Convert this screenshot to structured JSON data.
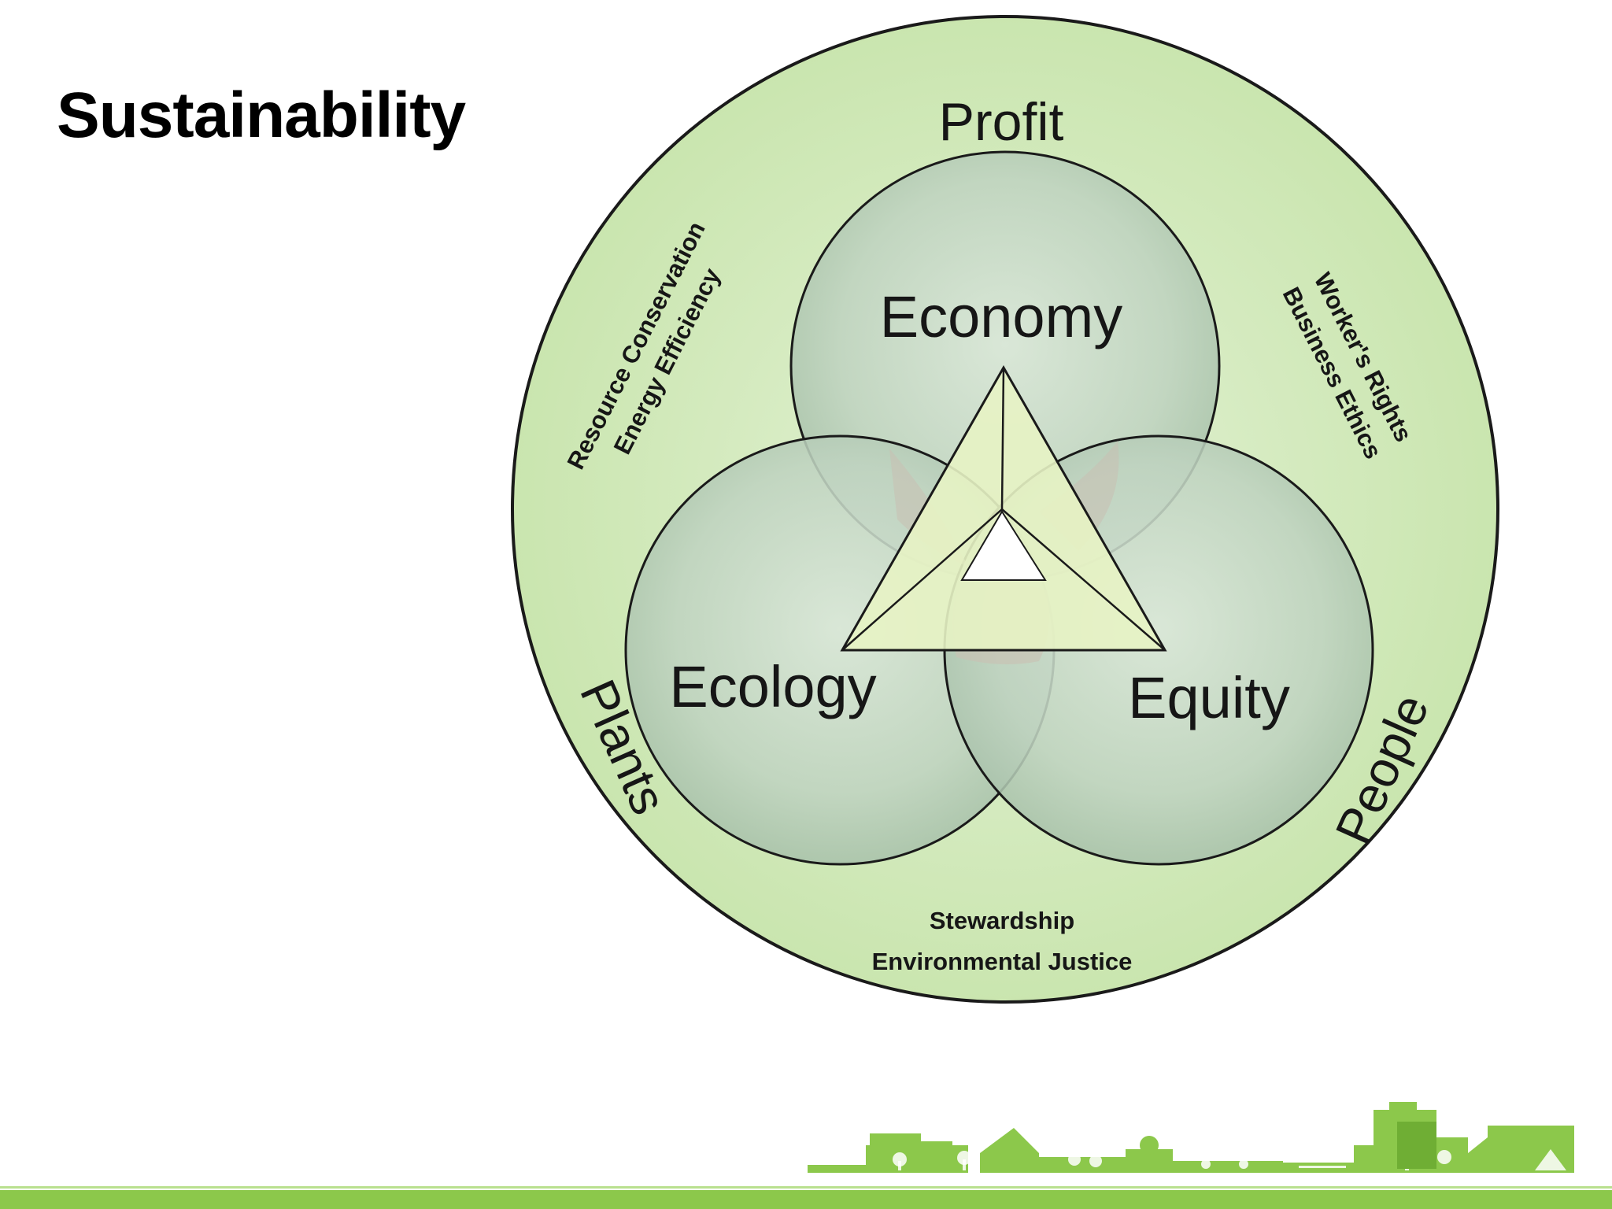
{
  "slide": {
    "title": "Sustainability"
  },
  "diagram": {
    "outer_labels": {
      "top": "Profit",
      "bottom_left": "Plants",
      "bottom_right": "People"
    },
    "circles": {
      "top": "Economy",
      "left": "Ecology",
      "right": "Equity"
    },
    "notes": {
      "top_left_line1": "Resource Conservation",
      "top_left_line2": "Energy Efficiency",
      "top_right_line1": "Worker's Rights",
      "top_right_line2": "Business Ethics",
      "bottom_line1": "Stewardship",
      "bottom_line2": "Environmental Justice"
    },
    "colors": {
      "outer_ring": "#cfe9b6",
      "circle_fill": "#b8cfb9",
      "triangle_fill": "#e7f3c4",
      "overlap_tint": "#c9bfb3",
      "outline": "#1a1a1a"
    }
  },
  "footer": {
    "bar_color": "#8cc84b",
    "skyline_color": "#8cc84b"
  }
}
